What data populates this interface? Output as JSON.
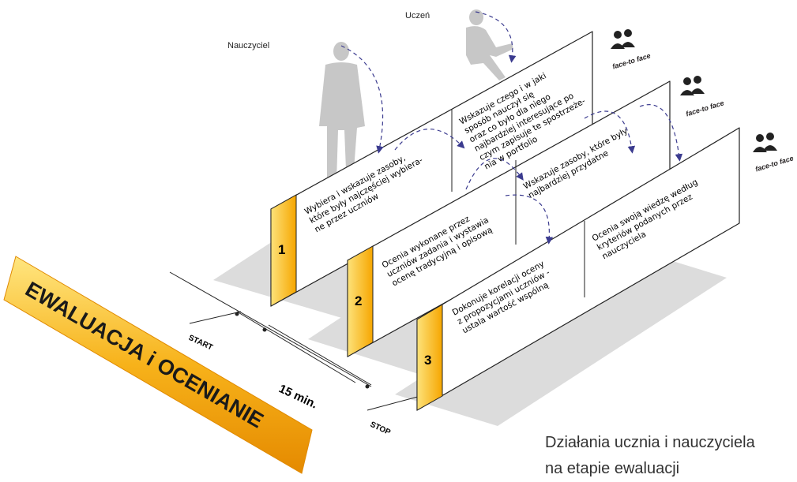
{
  "roles": {
    "teacher": "Nauczyciel",
    "student": "Uczeń"
  },
  "face_to_face_label": "face-to face",
  "panels": [
    {
      "number": "1",
      "teacher_text": [
        "Wybiera i wskazuje zasoby,",
        "które były najczęściej wybiera-",
        "ne przez uczniów"
      ],
      "student_text": [
        "Wskazuje czego i w jaki",
        "sposób nauczył się",
        "oraz co było dla niego",
        "najbardziej interesujące po",
        "czym zapisuje te spostrzeże-",
        "nia w portfolio"
      ]
    },
    {
      "number": "2",
      "teacher_text": [
        "Ocenia wykonane przez",
        "uczniów zadania i wystawia",
        "ocenę tradycyjną i opisową"
      ],
      "student_text": [
        "Wskazuje zasoby, które były",
        "najbardziej przydatne"
      ]
    },
    {
      "number": "3",
      "teacher_text": [
        "Dokonuje korelacji oceny",
        "z propozycjami uczniów -",
        "ustala wartość wspólną"
      ],
      "student_text": [
        "Ocenia swoją wiedzę według",
        "kryteriów podanych przez",
        "nauczyciela"
      ]
    }
  ],
  "timeline": {
    "start": "START",
    "stop": "STOP",
    "duration": "15 min."
  },
  "banner": "EWALUACJA i OCENIANIE",
  "caption": [
    "Działania ucznia i nauczyciela",
    "na etapie ewaluacji"
  ],
  "colors": {
    "banner_gradient": [
      "#ffe680",
      "#f7b21a",
      "#e58a00"
    ],
    "tab_gradient": [
      "#fde27a",
      "#f6a600"
    ],
    "platform": "#dcdcdc",
    "silhouette": "#c7c7c7",
    "arrow": "#3b3b8f"
  }
}
